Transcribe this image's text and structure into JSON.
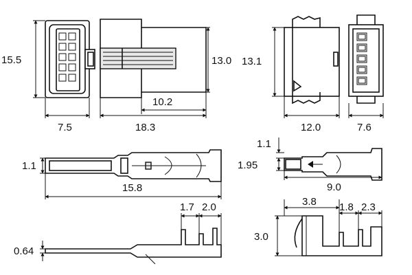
{
  "dimensions": {
    "housing_a": {
      "height": "15.5",
      "width": "7.5",
      "length": "18.3",
      "side_height": "13.0",
      "latch_length": "10.2"
    },
    "housing_b": {
      "height": "13.1",
      "length": "12.0",
      "width": "7.6"
    },
    "terminal_a": {
      "tab_width": "1.1",
      "length": "15.8",
      "crimp_1": "1.7",
      "crimp_2": "2.0",
      "thickness": "0.64"
    },
    "terminal_b": {
      "tab_width": "1.1",
      "tab_height": "1.95",
      "length": "9.0",
      "contact": "3.8",
      "crimp_1": "1.8",
      "crimp_2": "2.3",
      "height": "3.0"
    }
  }
}
